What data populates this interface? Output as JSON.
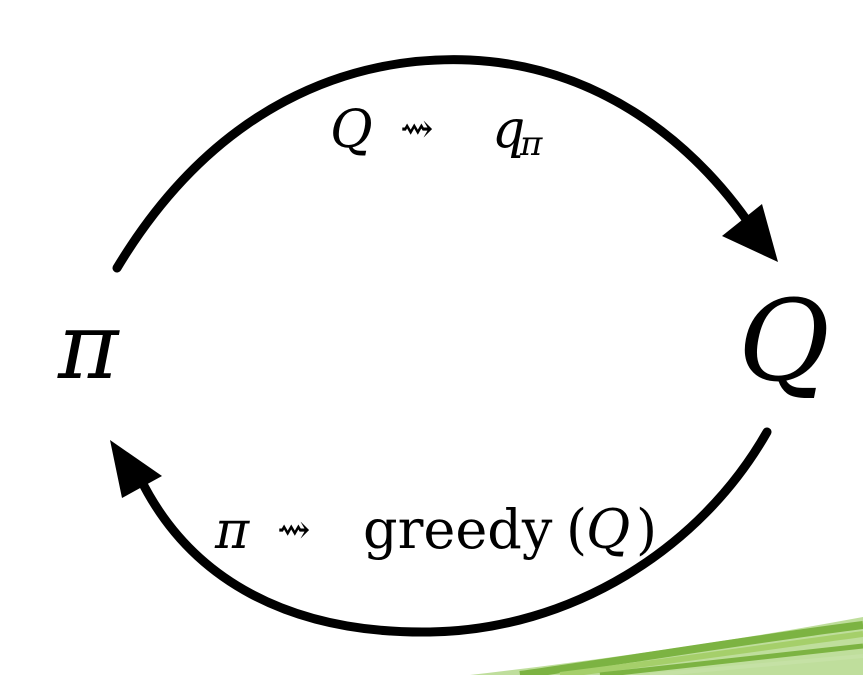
{
  "diagram": {
    "nodes": {
      "policy": "π",
      "q_function": "Q"
    },
    "top_edge": {
      "q": "Q",
      "arrow": "⇝",
      "q_main": "q",
      "q_sub": "π"
    },
    "bottom_edge": {
      "pi": "π",
      "arrow": "⇝",
      "func": "greedy",
      "open_paren": "(",
      "arg": "Q",
      "close_paren": ")"
    }
  },
  "colors": {
    "stroke": "#000000",
    "background": "#ffffff",
    "accent_green": "#7cb342",
    "accent_green_light": "#a5cf6a"
  }
}
